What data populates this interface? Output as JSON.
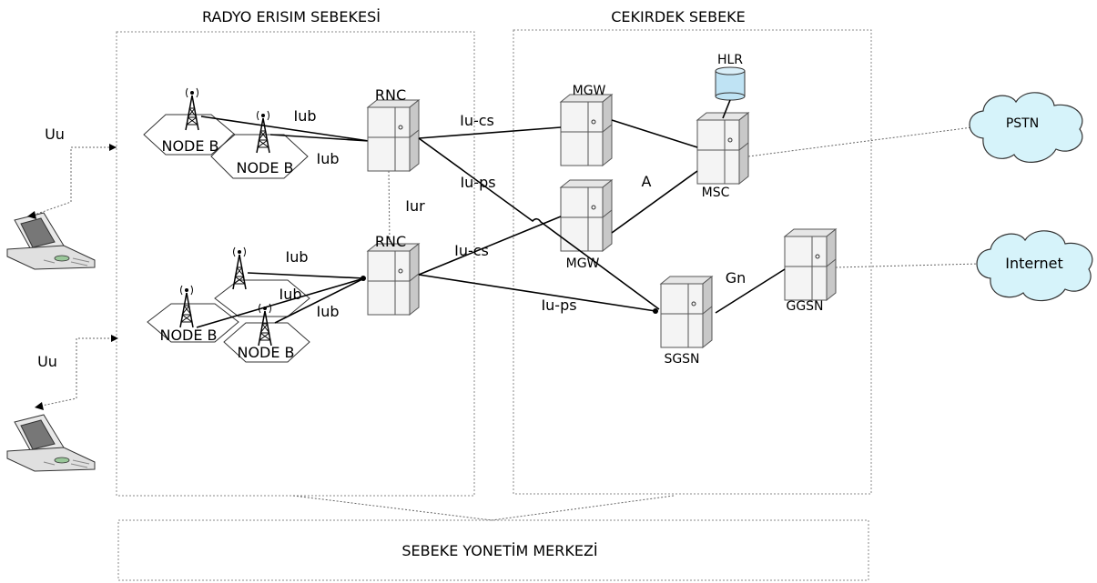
{
  "regions": {
    "radio_access": "RADYO ERISIM SEBEKESİ",
    "core": "CEKIRDEK SEBEKE",
    "management": "SEBEKE YONETİM MERKEZİ"
  },
  "nodes": {
    "rnc_top": "RNC",
    "rnc_bottom": "RNC",
    "nodeb_1": "NODE B",
    "nodeb_2": "NODE B",
    "nodeb_3": "NODE B",
    "nodeb_4": "NODE B",
    "mgw_top": "MGW",
    "mgw_bottom": "MGW",
    "hlr": "HLR",
    "msc": "MSC",
    "sgsn": "SGSN",
    "ggsn": "GGSN",
    "pstn": "PSTN",
    "internet": "Internet"
  },
  "links": {
    "uu_top": "Uu",
    "uu_bottom": "Uu",
    "iub_1": "Iub",
    "iub_2": "Iub",
    "iub_3": "Iub",
    "iub_4": "Iub",
    "iub_5": "Iub",
    "iur": "Iur",
    "iucs_top": "Iu-cs",
    "iups_top": "Iu-ps",
    "iucs_bottom": "Iu-cs",
    "iups_bottom": "Iu-ps",
    "a": "A",
    "gn": "Gn"
  },
  "colors": {
    "server_face": "#f2f2f2",
    "server_side": "#c8c8c8",
    "cloud": "#d6f3fa",
    "hlr_fill": "#bfe3f4"
  }
}
